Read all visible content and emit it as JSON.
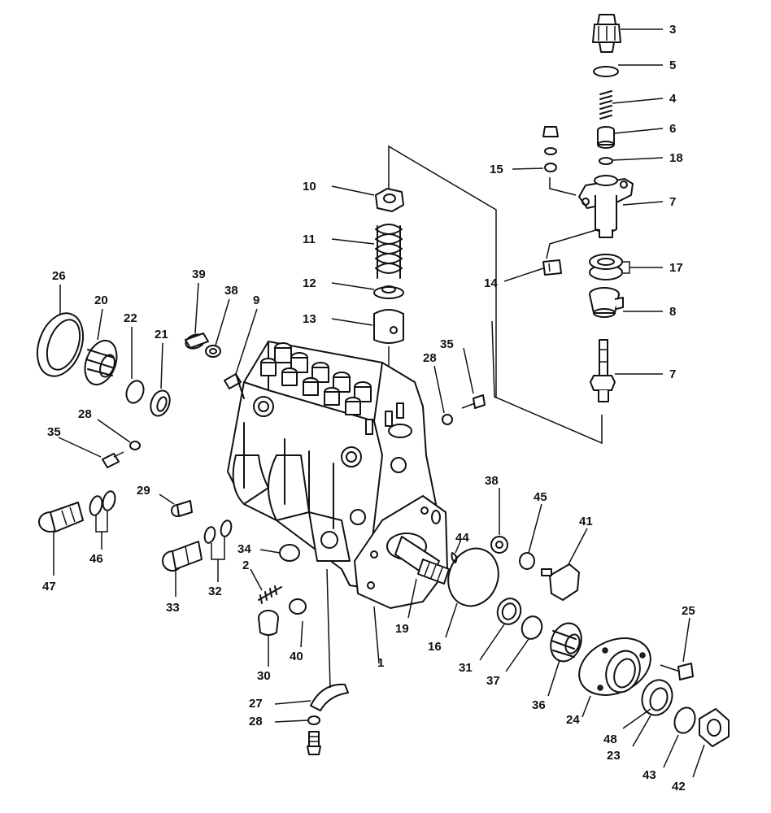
{
  "diagram": {
    "callouts": [
      {
        "id": "c3",
        "text": "3"
      },
      {
        "id": "c5",
        "text": "5"
      },
      {
        "id": "c4",
        "text": "4"
      },
      {
        "id": "c6",
        "text": "6"
      },
      {
        "id": "c18",
        "text": "18"
      },
      {
        "id": "c15",
        "text": "15"
      },
      {
        "id": "c10",
        "text": "10"
      },
      {
        "id": "c7a",
        "text": "7"
      },
      {
        "id": "c11",
        "text": "11"
      },
      {
        "id": "c17",
        "text": "17"
      },
      {
        "id": "c14",
        "text": "14"
      },
      {
        "id": "c12",
        "text": "12"
      },
      {
        "id": "c8",
        "text": "8"
      },
      {
        "id": "c26",
        "text": "26"
      },
      {
        "id": "c20",
        "text": "20"
      },
      {
        "id": "c39",
        "text": "39"
      },
      {
        "id": "c38a",
        "text": "38"
      },
      {
        "id": "c9",
        "text": "9"
      },
      {
        "id": "c13",
        "text": "13"
      },
      {
        "id": "c22",
        "text": "22"
      },
      {
        "id": "c21",
        "text": "21"
      },
      {
        "id": "c35a",
        "text": "35"
      },
      {
        "id": "c28a",
        "text": "28"
      },
      {
        "id": "c7b",
        "text": "7"
      },
      {
        "id": "c28b",
        "text": "28"
      },
      {
        "id": "c35b",
        "text": "35"
      },
      {
        "id": "c29",
        "text": "29"
      },
      {
        "id": "c38b",
        "text": "38"
      },
      {
        "id": "c45",
        "text": "45"
      },
      {
        "id": "c41",
        "text": "41"
      },
      {
        "id": "c44",
        "text": "44"
      },
      {
        "id": "c34",
        "text": "34"
      },
      {
        "id": "c46",
        "text": "46"
      },
      {
        "id": "c47",
        "text": "47"
      },
      {
        "id": "c2",
        "text": "2"
      },
      {
        "id": "c32",
        "text": "32"
      },
      {
        "id": "c33",
        "text": "33"
      },
      {
        "id": "c19",
        "text": "19"
      },
      {
        "id": "c16",
        "text": "16"
      },
      {
        "id": "c40",
        "text": "40"
      },
      {
        "id": "c1",
        "text": "1"
      },
      {
        "id": "c31",
        "text": "31"
      },
      {
        "id": "c37",
        "text": "37"
      },
      {
        "id": "c25",
        "text": "25"
      },
      {
        "id": "c30",
        "text": "30"
      },
      {
        "id": "c36",
        "text": "36"
      },
      {
        "id": "c24",
        "text": "24"
      },
      {
        "id": "c27",
        "text": "27"
      },
      {
        "id": "c48",
        "text": "48"
      },
      {
        "id": "c28c",
        "text": "28"
      },
      {
        "id": "c23",
        "text": "23"
      },
      {
        "id": "c43",
        "text": "43"
      },
      {
        "id": "c42",
        "text": "42"
      }
    ]
  }
}
